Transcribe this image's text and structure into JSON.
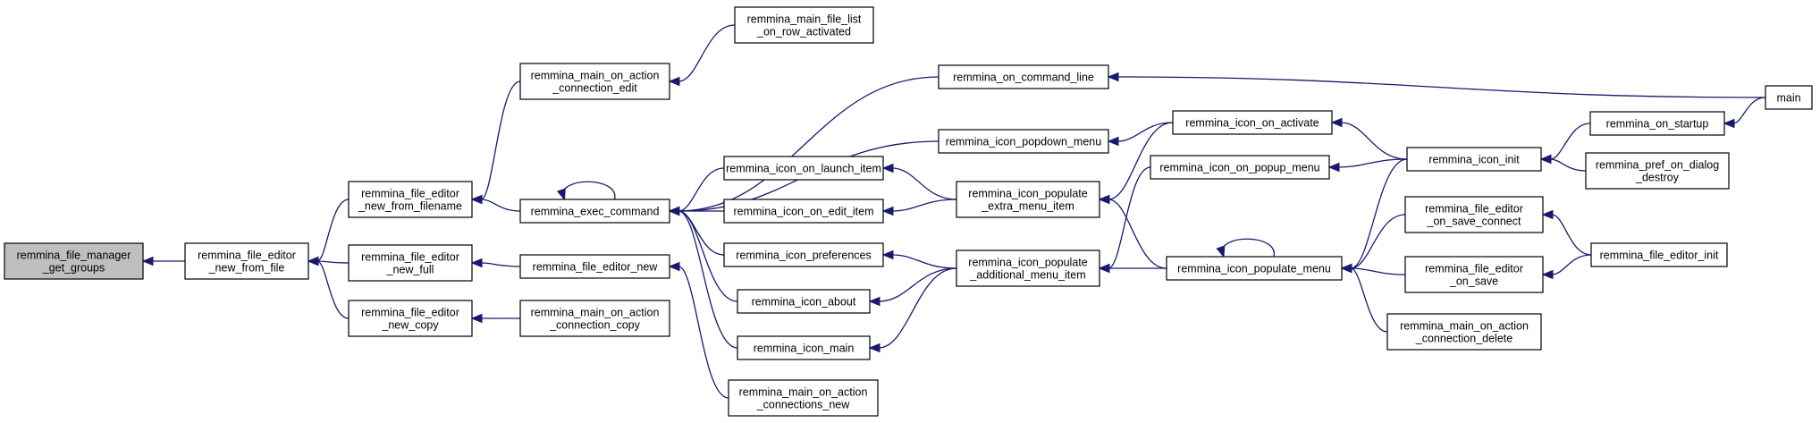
{
  "diagram": {
    "colors": {
      "edge": "#191970",
      "root_fill": "#bfbfbf",
      "node_fill": "#ffffff",
      "node_border": "#000000"
    },
    "nodes": {
      "get_groups": {
        "lines": [
          "remmina_file_manager",
          "_get_groups"
        ],
        "root": true
      },
      "new_from_file": {
        "lines": [
          "remmina_file_editor",
          "_new_from_file"
        ]
      },
      "new_from_filename": {
        "lines": [
          "remmina_file_editor",
          "_new_from_filename"
        ]
      },
      "new_full": {
        "lines": [
          "remmina_file_editor",
          "_new_full"
        ]
      },
      "new_copy": {
        "lines": [
          "remmina_file_editor",
          "_new_copy"
        ]
      },
      "main_on_action_connection_edit": {
        "lines": [
          "remmina_main_on_action",
          "_connection_edit"
        ]
      },
      "main_file_list_on_row_activated": {
        "lines": [
          "remmina_main_file_list",
          "_on_row_activated"
        ]
      },
      "exec_command": {
        "lines": [
          "remmina_exec_command"
        ]
      },
      "file_editor_new": {
        "lines": [
          "remmina_file_editor_new"
        ]
      },
      "main_on_action_connection_copy": {
        "lines": [
          "remmina_main_on_action",
          "_connection_copy"
        ]
      },
      "main_on_action_connections_new": {
        "lines": [
          "remmina_main_on_action",
          "_connections_new"
        ]
      },
      "on_command_line": {
        "lines": [
          "remmina_on_command_line"
        ]
      },
      "icon_popdown_menu": {
        "lines": [
          "remmina_icon_popdown_menu"
        ]
      },
      "icon_on_launch_item": {
        "lines": [
          "remmina_icon_on_launch_item"
        ]
      },
      "icon_on_edit_item": {
        "lines": [
          "remmina_icon_on_edit_item"
        ]
      },
      "icon_preferences": {
        "lines": [
          "remmina_icon_preferences"
        ]
      },
      "icon_about": {
        "lines": [
          "remmina_icon_about"
        ]
      },
      "icon_main": {
        "lines": [
          "remmina_icon_main"
        ]
      },
      "icon_populate_extra_menu_item": {
        "lines": [
          "remmina_icon_populate",
          "_extra_menu_item"
        ]
      },
      "icon_populate_additional_menu_item": {
        "lines": [
          "remmina_icon_populate",
          "_additional_menu_item"
        ]
      },
      "icon_on_activate": {
        "lines": [
          "remmina_icon_on_activate"
        ]
      },
      "icon_on_popup_menu": {
        "lines": [
          "remmina_icon_on_popup_menu"
        ]
      },
      "icon_populate_menu": {
        "lines": [
          "remmina_icon_populate_menu"
        ]
      },
      "icon_init": {
        "lines": [
          "remmina_icon_init"
        ]
      },
      "on_startup": {
        "lines": [
          "remmina_on_startup"
        ]
      },
      "pref_on_dialog_destroy": {
        "lines": [
          "remmina_pref_on_dialog",
          "_destroy"
        ]
      },
      "file_editor_on_save_connect": {
        "lines": [
          "remmina_file_editor",
          "_on_save_connect"
        ]
      },
      "file_editor_on_save": {
        "lines": [
          "remmina_file_editor",
          "_on_save"
        ]
      },
      "main_on_action_connection_delete": {
        "lines": [
          "remmina_main_on_action",
          "_connection_delete"
        ]
      },
      "file_editor_init": {
        "lines": [
          "remmina_file_editor_init"
        ]
      },
      "main": {
        "lines": [
          "main"
        ]
      }
    },
    "edges": [
      {
        "from": "new_from_file",
        "to": "get_groups"
      },
      {
        "from": "new_from_filename",
        "to": "new_from_file"
      },
      {
        "from": "new_full",
        "to": "new_from_file"
      },
      {
        "from": "new_copy",
        "to": "new_from_file"
      },
      {
        "from": "main_on_action_connection_edit",
        "to": "new_from_filename"
      },
      {
        "from": "exec_command",
        "to": "new_from_filename"
      },
      {
        "from": "main_file_list_on_row_activated",
        "to": "main_on_action_connection_edit"
      },
      {
        "from": "exec_command",
        "to": "exec_command"
      },
      {
        "from": "on_command_line",
        "to": "exec_command"
      },
      {
        "from": "icon_popdown_menu",
        "to": "exec_command"
      },
      {
        "from": "icon_on_launch_item",
        "to": "exec_command"
      },
      {
        "from": "icon_on_edit_item",
        "to": "exec_command"
      },
      {
        "from": "icon_preferences",
        "to": "exec_command"
      },
      {
        "from": "icon_about",
        "to": "exec_command"
      },
      {
        "from": "icon_main",
        "to": "exec_command"
      },
      {
        "from": "file_editor_new",
        "to": "new_full"
      },
      {
        "from": "main_on_action_connections_new",
        "to": "file_editor_new"
      },
      {
        "from": "main_on_action_connection_copy",
        "to": "new_copy"
      },
      {
        "from": "main",
        "to": "on_command_line"
      },
      {
        "from": "icon_on_activate",
        "to": "icon_popdown_menu"
      },
      {
        "from": "icon_populate_extra_menu_item",
        "to": "icon_on_launch_item"
      },
      {
        "from": "icon_populate_extra_menu_item",
        "to": "icon_on_edit_item"
      },
      {
        "from": "icon_populate_additional_menu_item",
        "to": "icon_preferences"
      },
      {
        "from": "icon_populate_additional_menu_item",
        "to": "icon_about"
      },
      {
        "from": "icon_populate_additional_menu_item",
        "to": "icon_main"
      },
      {
        "from": "icon_on_activate",
        "to": "icon_populate_extra_menu_item"
      },
      {
        "from": "icon_populate_menu",
        "to": "icon_populate_extra_menu_item"
      },
      {
        "from": "icon_on_popup_menu",
        "to": "icon_populate_additional_menu_item"
      },
      {
        "from": "icon_populate_menu",
        "to": "icon_populate_additional_menu_item"
      },
      {
        "from": "icon_init",
        "to": "icon_on_activate"
      },
      {
        "from": "icon_init",
        "to": "icon_on_popup_menu"
      },
      {
        "from": "icon_populate_menu",
        "to": "icon_populate_menu"
      },
      {
        "from": "icon_init",
        "to": "icon_populate_menu"
      },
      {
        "from": "file_editor_on_save_connect",
        "to": "icon_populate_menu"
      },
      {
        "from": "file_editor_on_save",
        "to": "icon_populate_menu"
      },
      {
        "from": "main_on_action_connection_delete",
        "to": "icon_populate_menu"
      },
      {
        "from": "on_startup",
        "to": "icon_init"
      },
      {
        "from": "pref_on_dialog_destroy",
        "to": "icon_init"
      },
      {
        "from": "main",
        "to": "on_startup"
      },
      {
        "from": "file_editor_init",
        "to": "file_editor_on_save_connect"
      },
      {
        "from": "file_editor_init",
        "to": "file_editor_on_save"
      }
    ]
  }
}
